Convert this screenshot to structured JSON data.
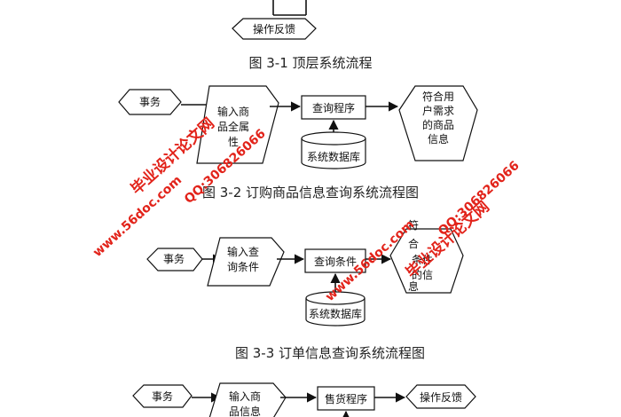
{
  "top": {
    "feedback_label": "操作反馈",
    "caption": "图 3-1 顶层系统流程"
  },
  "diagram_2": {
    "event_label": "事务",
    "input_lines": [
      "输入商",
      "品全属",
      "性"
    ],
    "process_label": "查询程序",
    "database_label": "系统数据库",
    "output_lines": [
      "符合用",
      "户需求",
      "的商品",
      "信息"
    ],
    "caption": "图 3-2 订购商品信息查询系统流程图"
  },
  "diagram_3": {
    "event_label": "事务",
    "input_lines": [
      "输入查",
      "询条件"
    ],
    "process_label": "查询条件",
    "database_label": "系统数据库",
    "output_lines": [
      "符",
      "合",
      "条件",
      "的信",
      "息"
    ],
    "caption": "图 3-3 订单信息查询系统流程图"
  },
  "diagram_4": {
    "event_label": "事务",
    "input_lines": [
      "输入商",
      "品信息"
    ],
    "process_label": "售货程序",
    "feedback_label": "操作反馈"
  },
  "watermarks": {
    "site_name": "毕业设计论文网",
    "qq": "QQ:306826066",
    "url": "www.56doc.com"
  },
  "colors": {
    "watermark": "#e2231a",
    "stroke": "#111111"
  }
}
